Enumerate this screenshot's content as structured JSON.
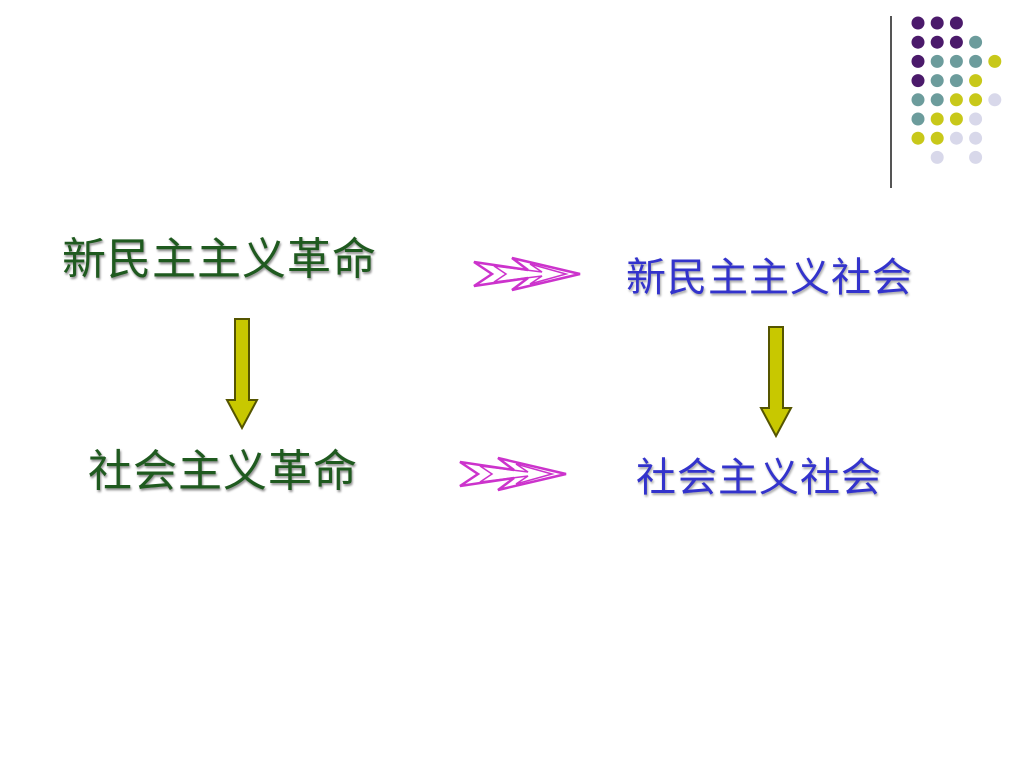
{
  "diagram": {
    "nodes": {
      "nd_revolution": "新民主主义革命",
      "nd_society": "新民主主义社会",
      "socialist_revolution": "社会主义革命",
      "socialist_society": "社会主义社会"
    },
    "edges": [
      {
        "from": "nd_revolution",
        "to": "nd_society",
        "style": "double-chevron"
      },
      {
        "from": "nd_revolution",
        "to": "socialist_revolution",
        "style": "block-down"
      },
      {
        "from": "nd_society",
        "to": "socialist_society",
        "style": "block-down"
      },
      {
        "from": "socialist_revolution",
        "to": "socialist_society",
        "style": "double-chevron"
      }
    ]
  },
  "colors": {
    "left_text": "#1f5a1f",
    "right_text": "#3333cc",
    "down_arrow_fill": "#c8c800",
    "down_arrow_stroke": "#555500",
    "chevron_stroke": "#cc33cc",
    "dot_purple": "#4b1a6b",
    "dot_teal": "#6c9c9c",
    "dot_yellow": "#c8c81a",
    "dot_lavender": "#d8d8ea"
  },
  "decoration": {
    "dot_grid": [
      [
        "purple",
        "purple",
        "purple",
        "none"
      ],
      [
        "purple",
        "purple",
        "purple",
        "teal"
      ],
      [
        "purple",
        "teal",
        "teal",
        "teal",
        "yellow"
      ],
      [
        "purple",
        "teal",
        "teal",
        "yellow",
        "none"
      ],
      [
        "teal",
        "teal",
        "yellow",
        "yellow",
        "lavender"
      ],
      [
        "teal",
        "yellow",
        "yellow",
        "lavender",
        "none"
      ],
      [
        "yellow",
        "yellow",
        "lavender",
        "lavender",
        "none"
      ],
      [
        "none",
        "lavender",
        "none",
        "lavender",
        "none"
      ]
    ]
  }
}
